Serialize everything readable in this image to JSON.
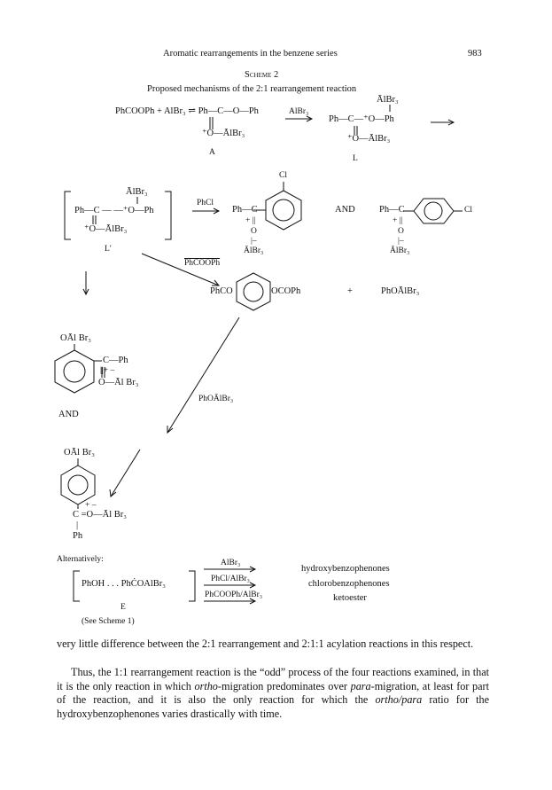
{
  "header": {
    "running_title": "Aromatic rearrangements in the benzene series",
    "page_number": "983"
  },
  "scheme": {
    "label": "Scheme 2",
    "title": "Proposed mechanisms of the 2:1 rearrangement reaction"
  },
  "reaction1": {
    "left": "PhCOOPh + AlBr₃ ⇌ Ph—C—O—Ph",
    "lower_A": "⁺O—ĀlBr₃",
    "label_A": "A",
    "reagent": "AlBr₃",
    "L_top": "ĀlBr₃",
    "L_mid": "Ph—C—⁺O—Ph",
    "L_low": "⁺O—ĀlBr₃",
    "label_L": "L"
  },
  "reaction2": {
    "Lp_top": "ĀlBr₃",
    "Lp_mid": "Ph—C — —⁺O—Ph",
    "Lp_low": "⁺O—ĀlBr₃",
    "label_Lp": "L′",
    "reagent": "PhCl",
    "ortho_cl": "Cl",
    "ortho_phc": "Ph—C",
    "ortho_plus": "+ ||",
    "ortho_o": "O",
    "ortho_bar": "|–",
    "ortho_albr": "ĀlBr₃",
    "and1": "AND",
    "para_phc": "Ph—C",
    "para_cl": "Cl",
    "para_plus": "+ ||",
    "para_o": "O",
    "para_bar": "|–",
    "para_albr": "ĀlBr₃"
  },
  "reaction3": {
    "reagent": "PhCOOPh",
    "left": "PhCO",
    "right": "OCOPh",
    "plus": "+",
    "product": "PhOĀlBr₃"
  },
  "reaction4": {
    "o_top": "OĀl Br₃",
    "o_c": "C—Ph",
    "o_plus": "||+  –",
    "o_o": "O—Āl Br₃",
    "and2": "AND",
    "reagent": "PhOĀlBr₃",
    "p_top": "OĀl Br₃",
    "p_plus": "+   –",
    "p_c": "C =O—Āl Br₃",
    "p_bar": "|",
    "p_ph": "Ph"
  },
  "alternatively": {
    "label": "Alternatively:",
    "bracket": "PhOH . . . PhĊOAlBr₃",
    "label_E": "E",
    "see": "(See Scheme 1)",
    "reagents": [
      "AlBr₃",
      "PhCl/AlBr₃",
      "PhCOOPh/AlBr₃"
    ],
    "products": [
      "hydroxybenzophenones",
      "chlorobenzophenones",
      "ketoester"
    ]
  },
  "body_text": {
    "p1": "very little difference between the 2:1 rearrangement and 2:1:1 acylation reactions in this respect.",
    "p2a": "Thus, the 1:1 rearrangement reaction is the “odd” process of the four reactions examined, in that it is the only reaction in which ",
    "p2_ortho": "ortho",
    "p2b": "-migration predominates over ",
    "p2_para": "para",
    "p2c": "-migration, at least for part of the reaction, and it is also the only reaction for which the ",
    "p2_op": "ortho/para",
    "p2d": " ratio for the hydroxybenzophenones varies drastically with time."
  }
}
